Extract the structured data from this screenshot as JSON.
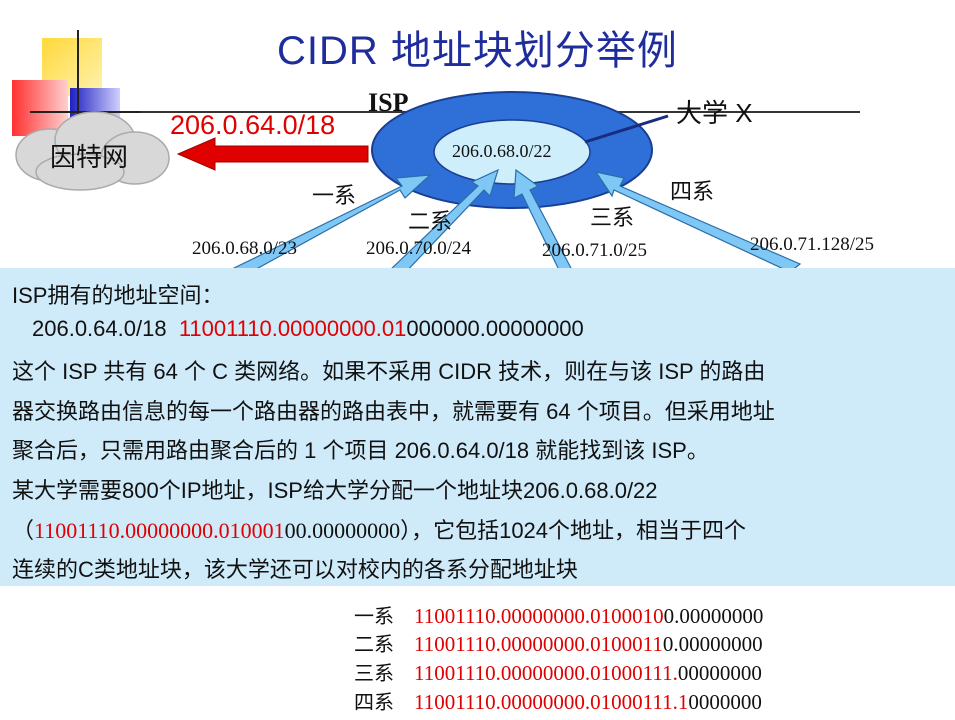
{
  "title": "CIDR 地址块划分举例",
  "diagram": {
    "isp_label": "ISP",
    "university_label": "大学 X",
    "internet_label": "因特网",
    "isp_prefix": "206.0.64.0/18",
    "university_prefix": "206.0.68.0/22",
    "departments": [
      {
        "name": "一系",
        "prefix": "206.0.68.0/23"
      },
      {
        "name": "二系",
        "prefix": "206.0.70.0/24"
      },
      {
        "name": "三系",
        "prefix": "206.0.71.0/25"
      },
      {
        "name": "四系",
        "prefix": "206.0.71.128/25"
      }
    ],
    "colors": {
      "ring": "#2f6fd8",
      "inner": "#cfeefc",
      "arrow_red": "#e00000",
      "arrow_blue": "#7fc8f5"
    }
  },
  "info": {
    "line1": "ISP拥有的地址空间：",
    "line2_prefix": "206.0.64.0/18",
    "line2_bin_red": "11001110.00000000.01",
    "line2_bin_black": "000000.00000000",
    "line3": "这个 ISP 共有 64 个 C 类网络。如果不采用 CIDR 技术，则在与该 ISP 的路由",
    "line4": "器交换路由信息的每一个路由器的路由表中，就需要有 64 个项目。但采用地址",
    "line5": "聚合后，只需用路由聚合后的 1 个项目 206.0.64.0/18 就能找到该 ISP。",
    "line6": "某大学需要800个IP地址，ISP给大学分配一个地址块206.0.68.0/22",
    "line7_open": "（",
    "line7_bin_red": "11001110.00000000.010001",
    "line7_bin_black": "00.00000000",
    "line7_rest": "），它包括1024个地址，相当于四个",
    "line8": "连续的C类地址块，该大学还可以对校内的各系分配地址块"
  },
  "dept_bits": [
    {
      "name": "一系",
      "red": "11001110.00000000.0100010",
      "black": "0.00000000"
    },
    {
      "name": "二系",
      "red": "11001110.00000000.0100011",
      "black": "0.00000000"
    },
    {
      "name": "三系",
      "red": "11001110.00000000.01000111.",
      "black": "00000000"
    },
    {
      "name": "四系",
      "red": "11001110.00000000.01000111.1",
      "black": "0000000"
    }
  ]
}
